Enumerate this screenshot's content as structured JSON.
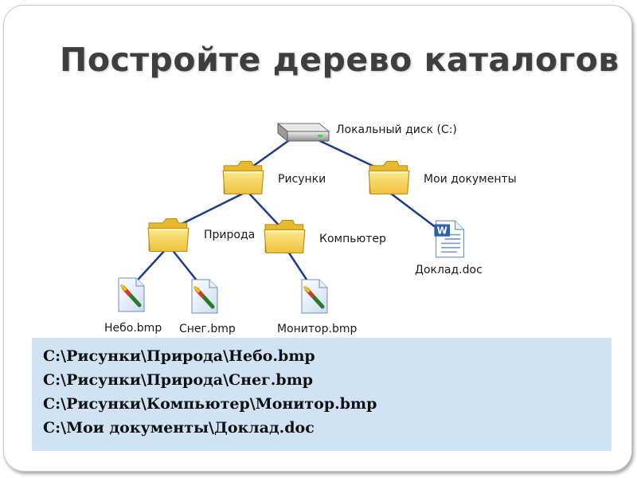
{
  "slide": {
    "title": "Постройте дерево каталогов"
  },
  "tree": {
    "root": {
      "label": "Локальный диск (C:)",
      "icon": "hard-drive-icon"
    },
    "folders": [
      {
        "id": "risunki",
        "label": "Рисунки",
        "icon": "folder-icon"
      },
      {
        "id": "moi-dokumenty",
        "label": "Мои документы",
        "icon": "folder-icon"
      },
      {
        "id": "priroda",
        "label": "Природа",
        "icon": "folder-icon"
      },
      {
        "id": "kompyuter",
        "label": "Компьютер",
        "icon": "folder-icon"
      }
    ],
    "files": [
      {
        "id": "nebo",
        "label": "Небо.bmp",
        "icon": "bitmap-file-icon"
      },
      {
        "id": "sneg",
        "label": "Снег.bmp",
        "icon": "bitmap-file-icon"
      },
      {
        "id": "monitor",
        "label": "Монитор.bmp",
        "icon": "bitmap-file-icon"
      },
      {
        "id": "doklad",
        "label": "Доклад.doc",
        "icon": "word-document-icon"
      }
    ],
    "line_color": "#1f3a8a"
  },
  "paths": [
    "C:\\Рисунки\\Природа\\Небо.bmp",
    "C:\\Рисунки\\Природа\\Снег.bmp",
    "C:\\Рисунки\\Компьютер\\Монитор.bmp",
    "C:\\Мои документы\\Доклад.doc"
  ],
  "colors": {
    "paths_background": "#cfe3f5",
    "folder_fill": "#f6d55c",
    "title_color": "#3e3e3e"
  }
}
